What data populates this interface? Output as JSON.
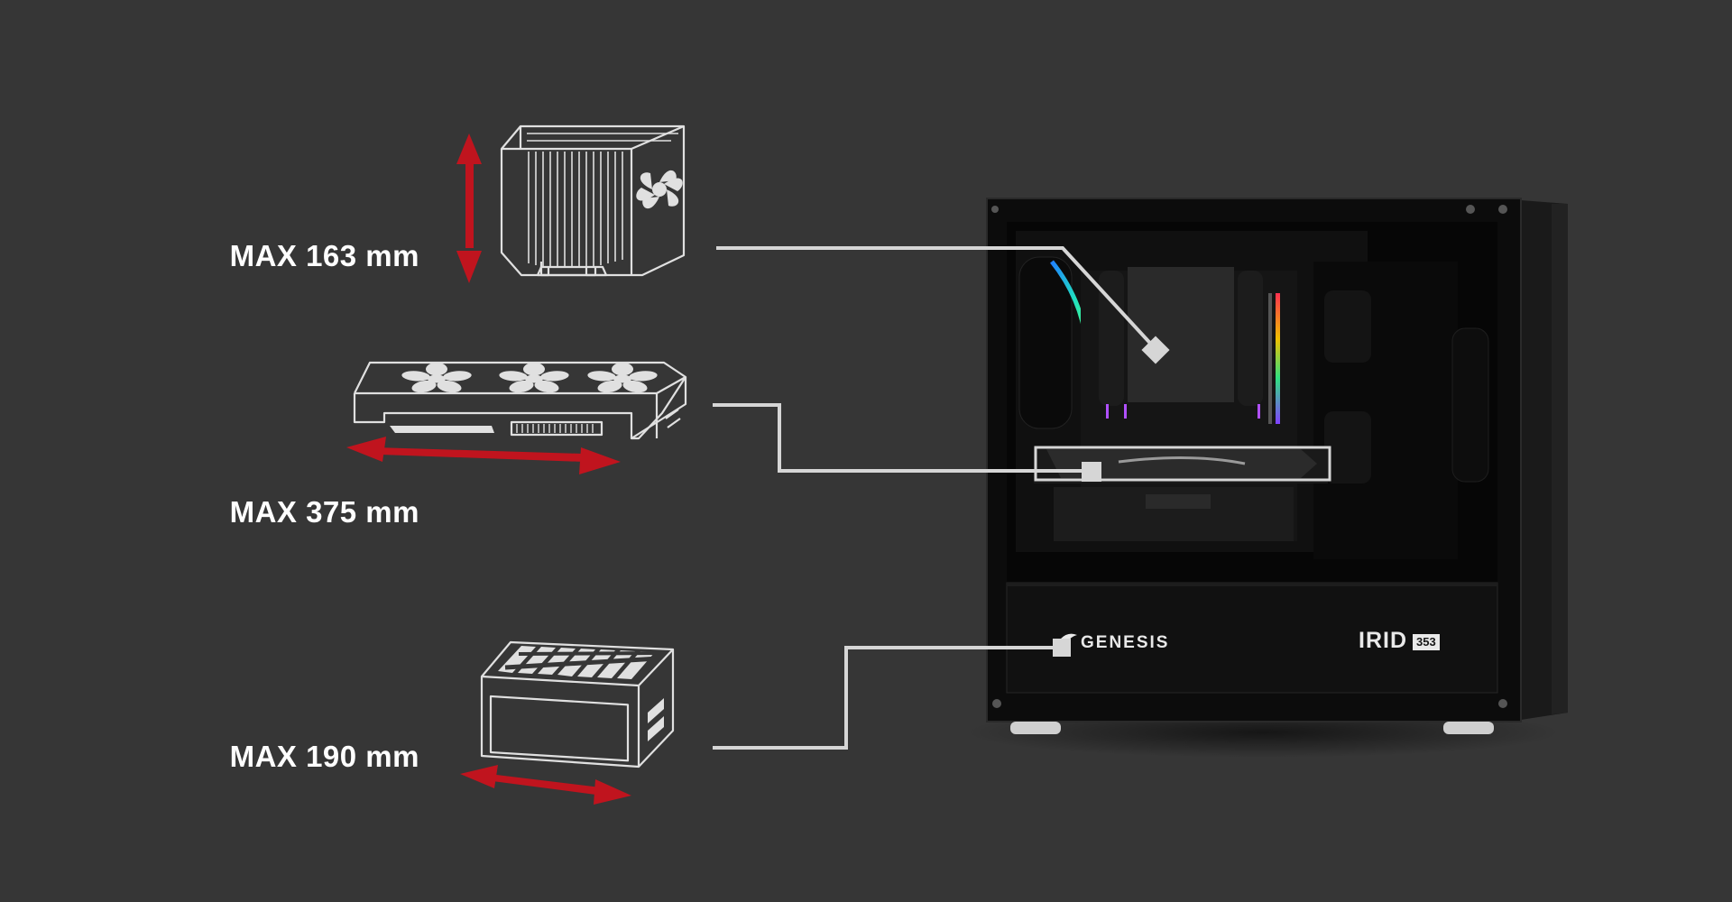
{
  "specs": {
    "cooler": {
      "label": "MAX 163 mm"
    },
    "gpu": {
      "label": "MAX 375 mm"
    },
    "psu": {
      "label": "MAX 190 mm"
    }
  },
  "case": {
    "brand": "GENESIS",
    "model": "IRID",
    "model_number": "353"
  },
  "colors": {
    "background": "#363636",
    "arrow_red": "#c0141e",
    "line_outline": "#e0e0e0",
    "case_body": "#0c0c0c"
  },
  "icons": [
    "cpu-cooler-icon",
    "graphics-card-icon",
    "power-supply-icon",
    "double-arrow-icon",
    "connector-line"
  ]
}
